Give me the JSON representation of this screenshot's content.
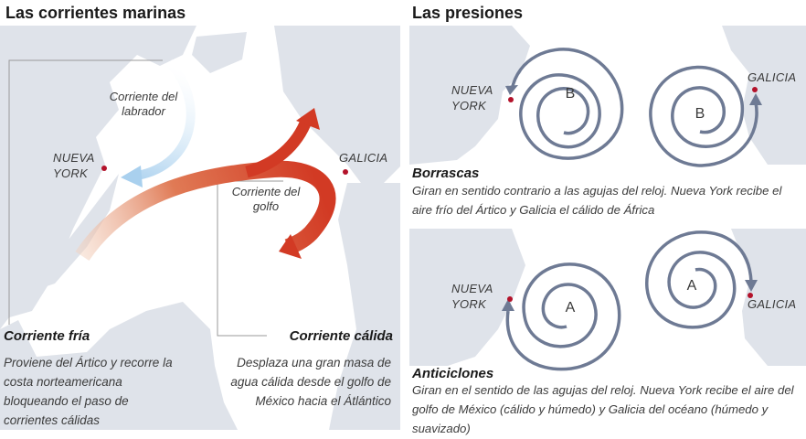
{
  "currents": {
    "title": "Las corrientes marinas",
    "cold_label": "Corriente del labrador",
    "warm_label": "Corriente del golfo",
    "city_ny": "NUEVA YORK",
    "city_galicia": "GALICIA",
    "cold": {
      "heading": "Corriente fría",
      "text": "Proviene del Ártico y recorre la costa norteamericana bloqueando el paso de corrientes cálidas"
    },
    "warm": {
      "heading": "Corriente cálida",
      "text": "Desplaza una gran masa de agua cálida desde el golfo de México hacia el Átlántico"
    }
  },
  "pressures": {
    "title": "Las presiones",
    "storm": {
      "city_ny": "NUEVA YORK",
      "city_galicia": "GALICIA",
      "symbol": "B",
      "heading": "Borrascas",
      "text": "Giran en sentido contrario a las agujas del reloj. Nueva York recibe el aire frío del Ártico y Galicia el cálido de África"
    },
    "anticyclone": {
      "city_ny": "NUEVA YORK",
      "city_galicia": "GALICIA",
      "symbol": "A",
      "heading": "Anticiclones",
      "text": "Giran en el sentido de las agujas del reloj. Nueva York recibe el aire del golfo de México (cálido y húmedo) y Galicia del océano (húmedo y suavizado)"
    }
  },
  "colors": {
    "ocean": "#ffffff",
    "land": "#dfe3ea",
    "cold_current": "#a9d0ee",
    "warm_current": "#d8402a",
    "spiral": "#6e7a94",
    "city_dot": "#b3122a"
  }
}
